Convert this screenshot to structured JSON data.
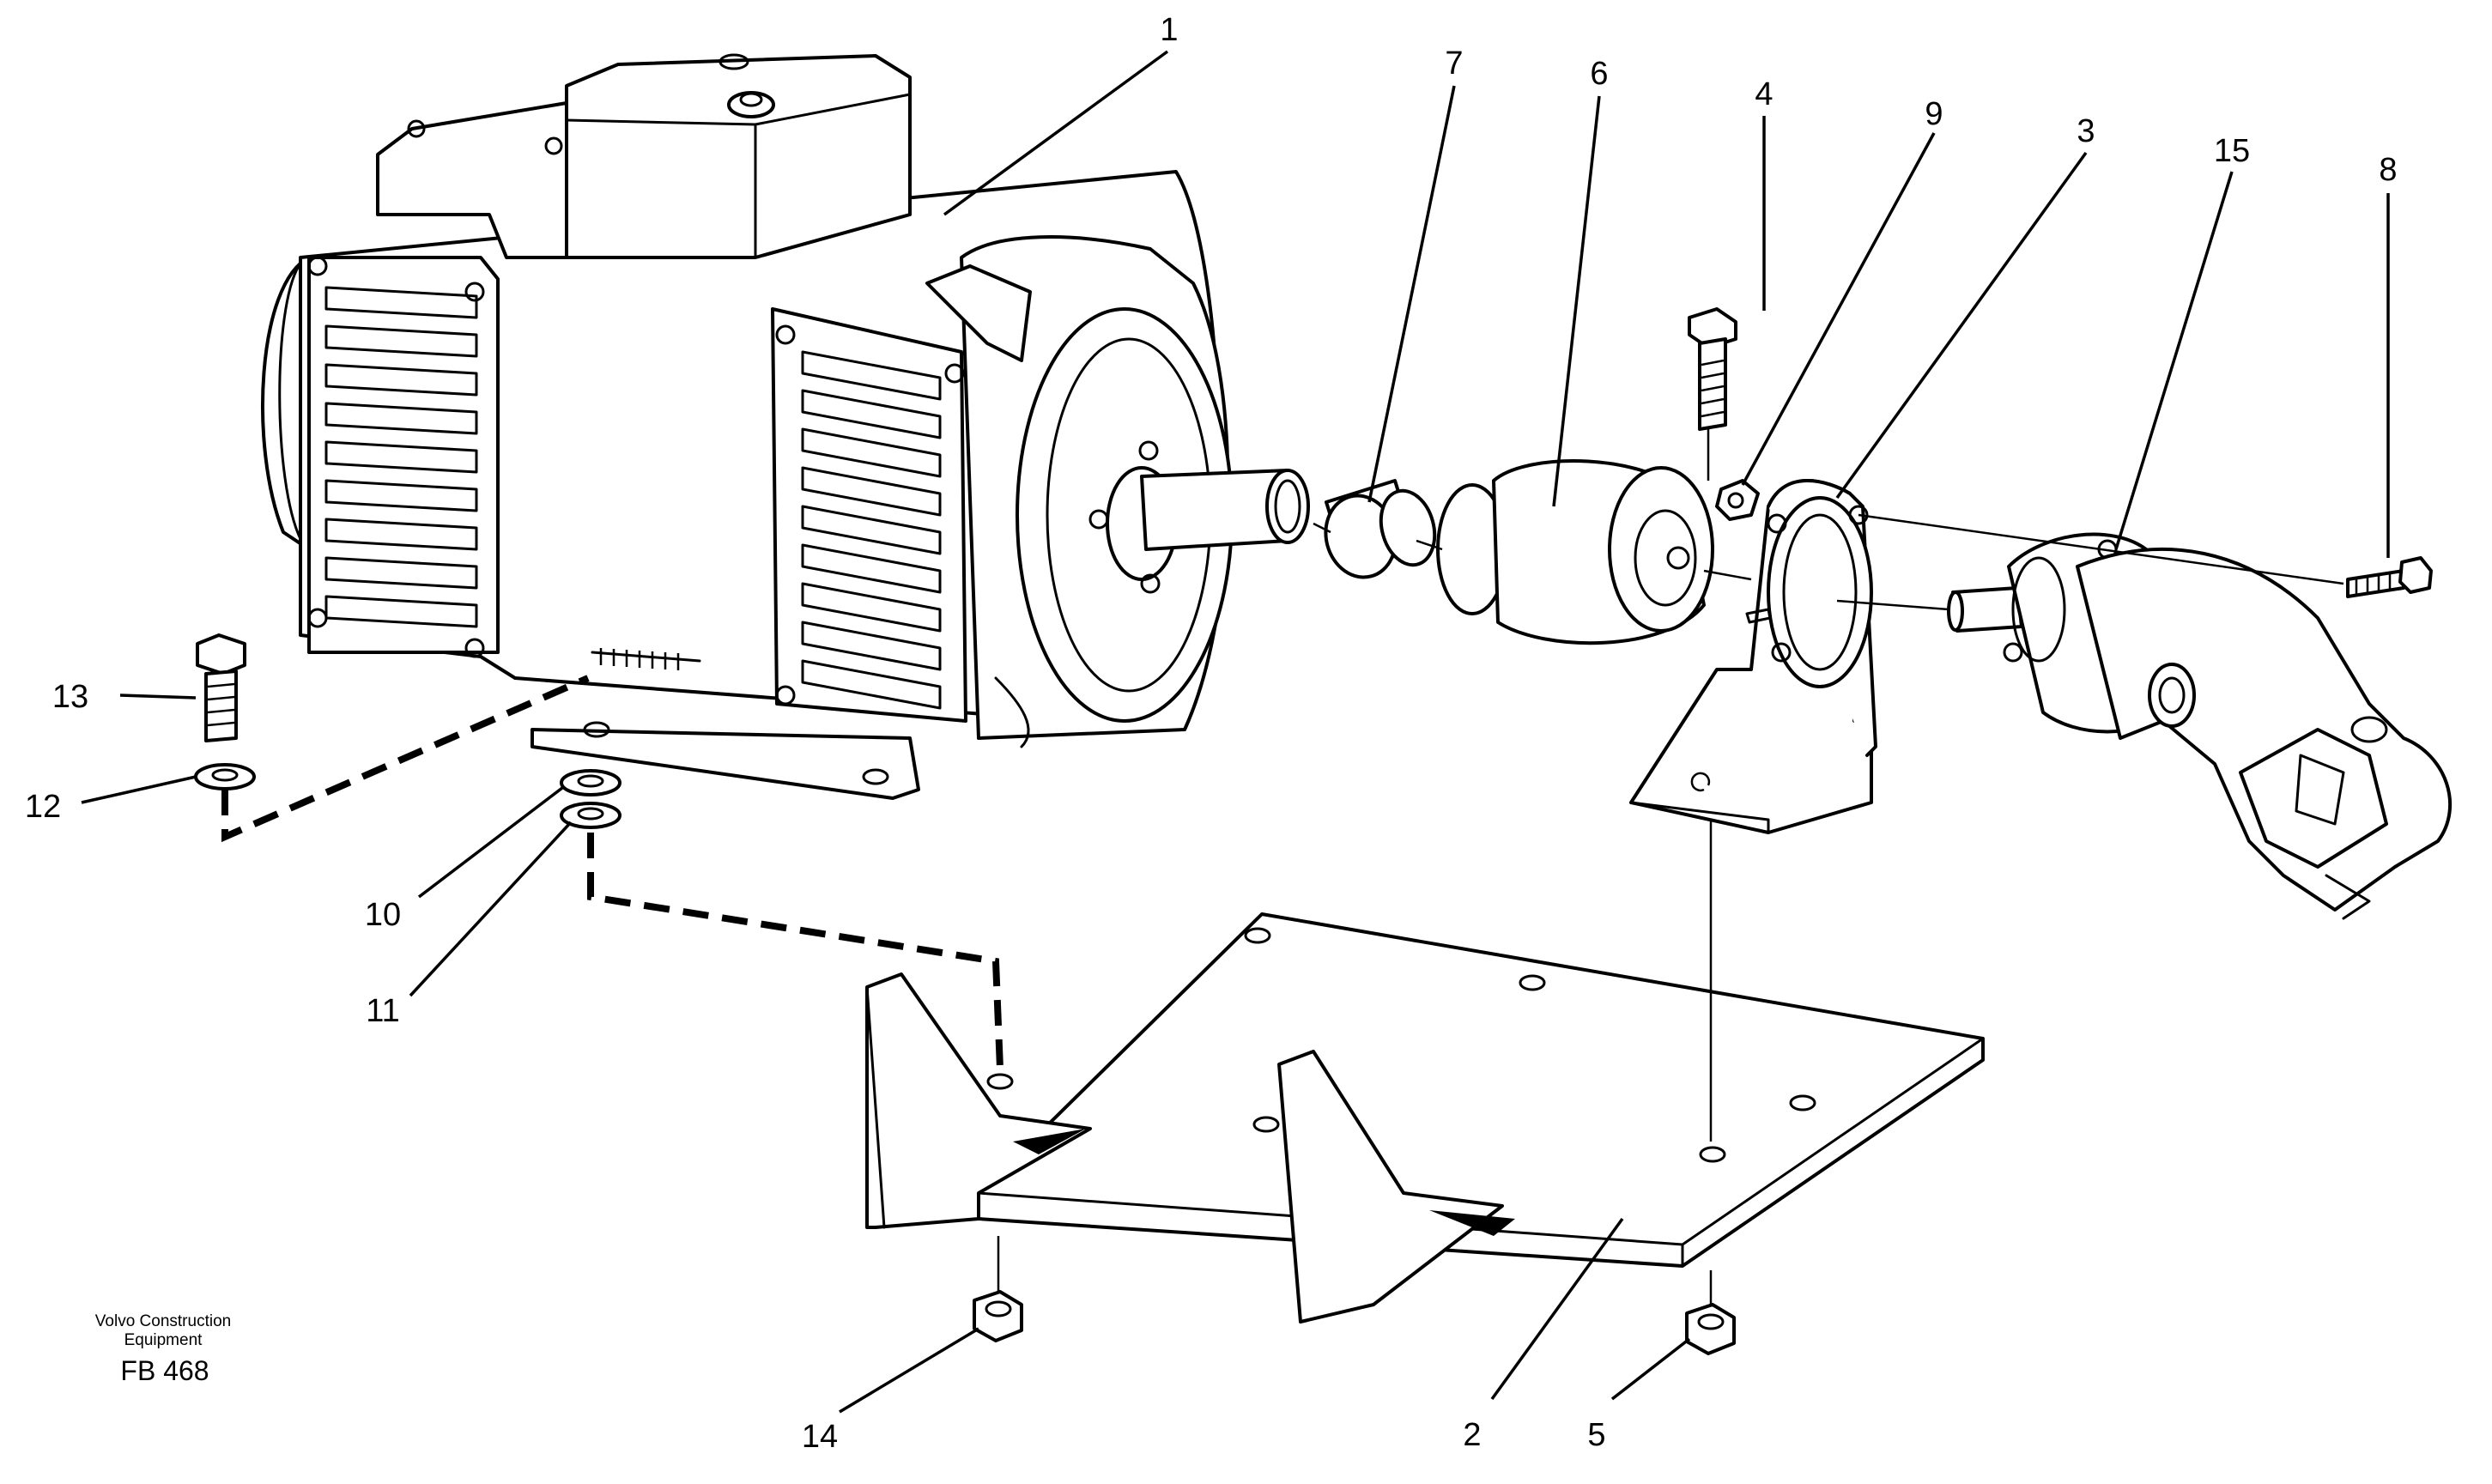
{
  "callouts": {
    "c1": "1",
    "c2": "2",
    "c3": "3",
    "c4": "4",
    "c5": "5",
    "c6": "6",
    "c7": "7",
    "c8": "8",
    "c9": "9",
    "c10": "10",
    "c11": "11",
    "c12": "12",
    "c13": "13",
    "c14": "14",
    "c15": "15"
  },
  "footer": {
    "company_line1": "Volvo Construction",
    "company_line2": "Equipment",
    "drawing_code": "FB 468"
  },
  "colors": {
    "ink": "#000000",
    "paper": "#ffffff"
  }
}
